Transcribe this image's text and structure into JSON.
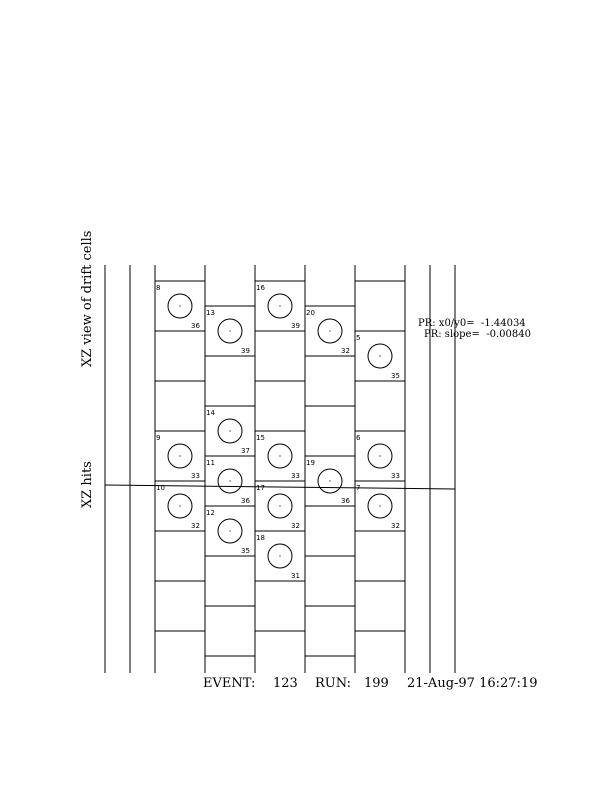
{
  "labels": {
    "view": "XZ view of drift cells",
    "hits": "XZ hits"
  },
  "fit": {
    "x0_label": "PR: x0/y0=",
    "x0_value": "-1.44034",
    "slope_label": "PR: slope=",
    "slope_value": "-0.00840"
  },
  "footer": {
    "event_label": "EVENT:",
    "event": "123",
    "run_label": "RUN:",
    "run": "199",
    "datetime": "21-Aug-97 16:27:19"
  },
  "cells": [
    {
      "wire": "8",
      "value": "36",
      "col": 0,
      "row": 1
    },
    {
      "wire": "13",
      "value": "39",
      "col": 1,
      "row": 1
    },
    {
      "wire": "16",
      "value": "39",
      "col": 2,
      "row": 1
    },
    {
      "wire": "20",
      "value": "32",
      "col": 3,
      "row": 1
    },
    {
      "wire": "5",
      "value": "35",
      "col": 4,
      "row": 2
    },
    {
      "wire": "14",
      "value": "37",
      "col": 1,
      "row": 3
    },
    {
      "wire": "9",
      "value": "33",
      "col": 0,
      "row": 4
    },
    {
      "wire": "15",
      "value": "33",
      "col": 2,
      "row": 4
    },
    {
      "wire": "6",
      "value": "33",
      "col": 4,
      "row": 4
    },
    {
      "wire": "11",
      "value": "36",
      "col": 1,
      "row": 4
    },
    {
      "wire": "19",
      "value": "36",
      "col": 3,
      "row": 4
    },
    {
      "wire": "10",
      "value": "32",
      "col": 0,
      "row": 5
    },
    {
      "wire": "17",
      "value": "32",
      "col": 2,
      "row": 5
    },
    {
      "wire": "7",
      "value": "32",
      "col": 4,
      "row": 5
    },
    {
      "wire": "12",
      "value": "35",
      "col": 1,
      "row": 5
    },
    {
      "wire": "18",
      "value": "31",
      "col": 2,
      "row": 6
    }
  ]
}
